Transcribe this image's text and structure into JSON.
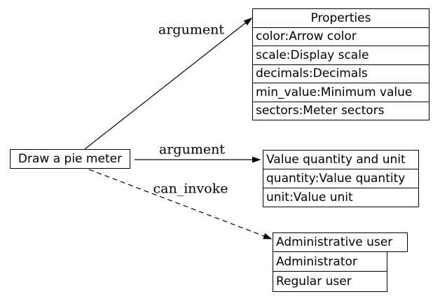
{
  "colors": {
    "background": "#ffffff",
    "line": "#000000",
    "text": "#000000"
  },
  "nodes": {
    "source": {
      "label": "Draw a pie meter"
    },
    "properties": {
      "header": "Properties",
      "rows": [
        "color:Arrow color",
        "scale:Display scale",
        "decimals:Decimals",
        "min_value:Minimum value",
        "sectors:Meter sectors"
      ]
    },
    "value_unit": {
      "header": "Value quantity and unit",
      "rows": [
        "quantity:Value quantity",
        "unit:Value unit"
      ]
    },
    "admin": {
      "header": "Administrative user",
      "rows": [
        "Administrator",
        "Regular user"
      ]
    }
  },
  "edges": {
    "to_properties": {
      "label": "argument",
      "style": "solid"
    },
    "to_value_unit": {
      "label": "argument",
      "style": "solid"
    },
    "to_admin": {
      "label": "can_invoke",
      "style": "dashed"
    }
  }
}
